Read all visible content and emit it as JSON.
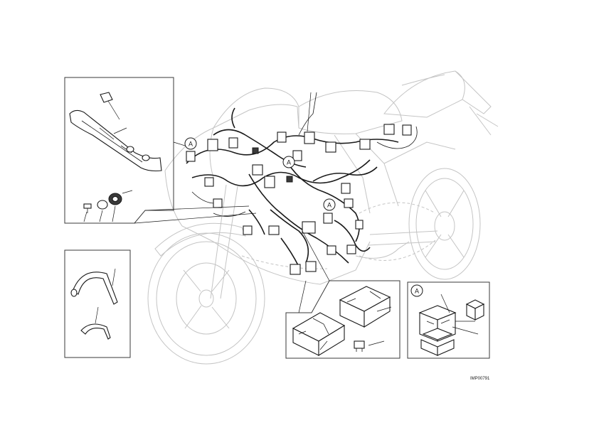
{
  "figure": {
    "reference_code": "IMP00791",
    "callouts": [
      {
        "id": "inset-box-right",
        "label": "A"
      },
      {
        "id": "harness-a-left",
        "label": "A"
      },
      {
        "id": "harness-a-center",
        "label": "A"
      },
      {
        "id": "harness-a-lower",
        "label": "A"
      }
    ]
  },
  "colors": {
    "ink": "#1a1a1a",
    "ghost_outline": "#c4c4c4",
    "background": "#ffffff"
  }
}
